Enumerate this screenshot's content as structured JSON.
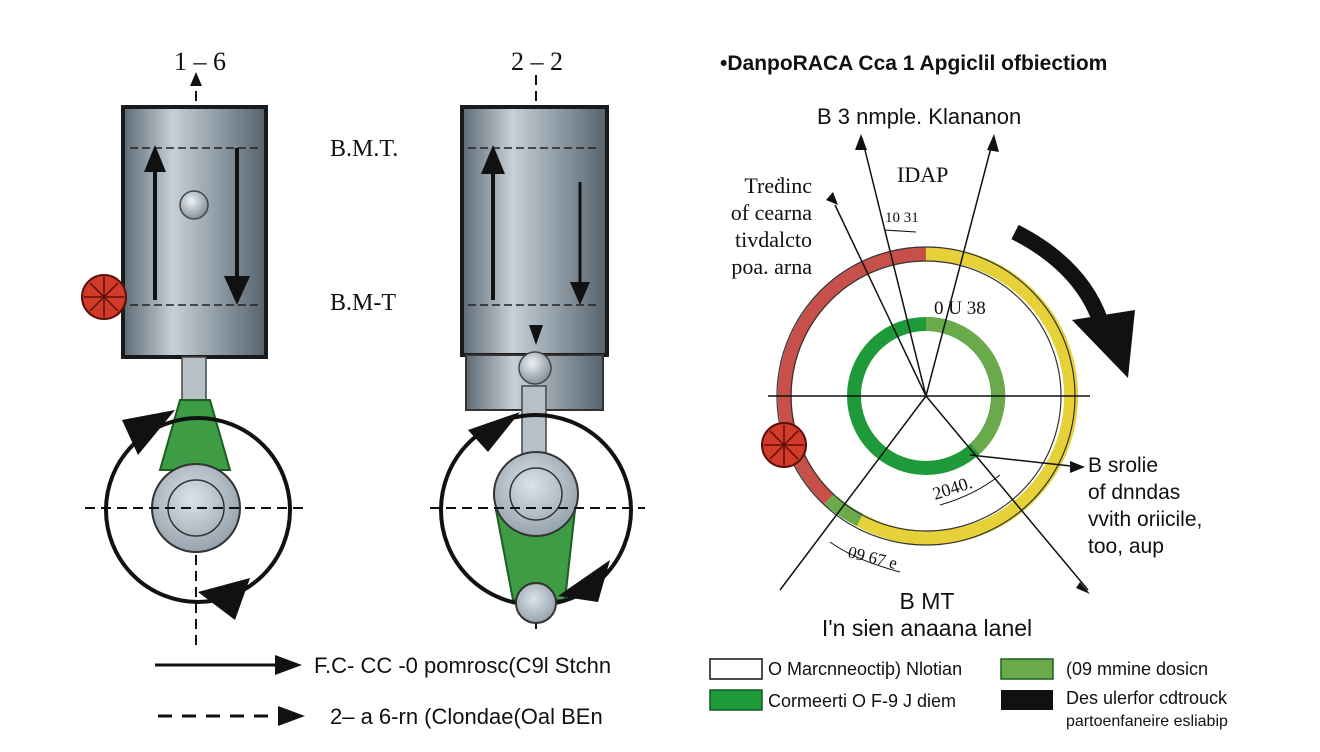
{
  "left_diagram": {
    "top_label_1": "1 – 6",
    "top_label_2": "2 – 2",
    "label_tdc": "B.M.T.",
    "label_bdc": "B.M-T"
  },
  "right_diagram": {
    "title": "•DanpoRACA Cca 1 Apgiclil ofbiectiom",
    "subtitle": "B 3 nmple. Klananon",
    "center_label": "IDAP",
    "left_note": [
      "Treḋinc",
      "of cearna",
      "tivdalcto",
      "poa. arna"
    ],
    "angle_1": "10 31",
    "angle_2": "0 U 38",
    "angle_3": "2040.",
    "angle_4": "09 67 e",
    "right_note": [
      "B srolie",
      "of dnndas",
      "vvith oriicile,",
      "too, aup"
    ],
    "bottom_label": "B MT",
    "bottom_caption": "I'n sien anaana lanel"
  },
  "legend_left": {
    "solid": "F.C- CC -0 pomrosc(C9l Stchn",
    "dashed": "2– a 6-rn (Clondae(Oal BEn"
  },
  "legend_right": [
    {
      "label": "O Marcnneoctiþ) Nlotian",
      "color": "#ffffff"
    },
    {
      "label": "(09 mmine dosicn",
      "color": "#6aaa4a"
    },
    {
      "label": "Cormeerti O F-9 J diem",
      "color": "#1f9a3b"
    },
    {
      "label": "Des ulerfor cdtrouck",
      "sublabel": "partoenfaneire esliabip",
      "color": "#111111"
    }
  ],
  "colors": {
    "cylinder": "#8e9ba6",
    "rod_green": "#3e9c45",
    "ring_red": "#c8504a",
    "ring_yellow": "#e6d238",
    "ring_green": "#1f9a3b",
    "spark": "#d23b2a"
  }
}
